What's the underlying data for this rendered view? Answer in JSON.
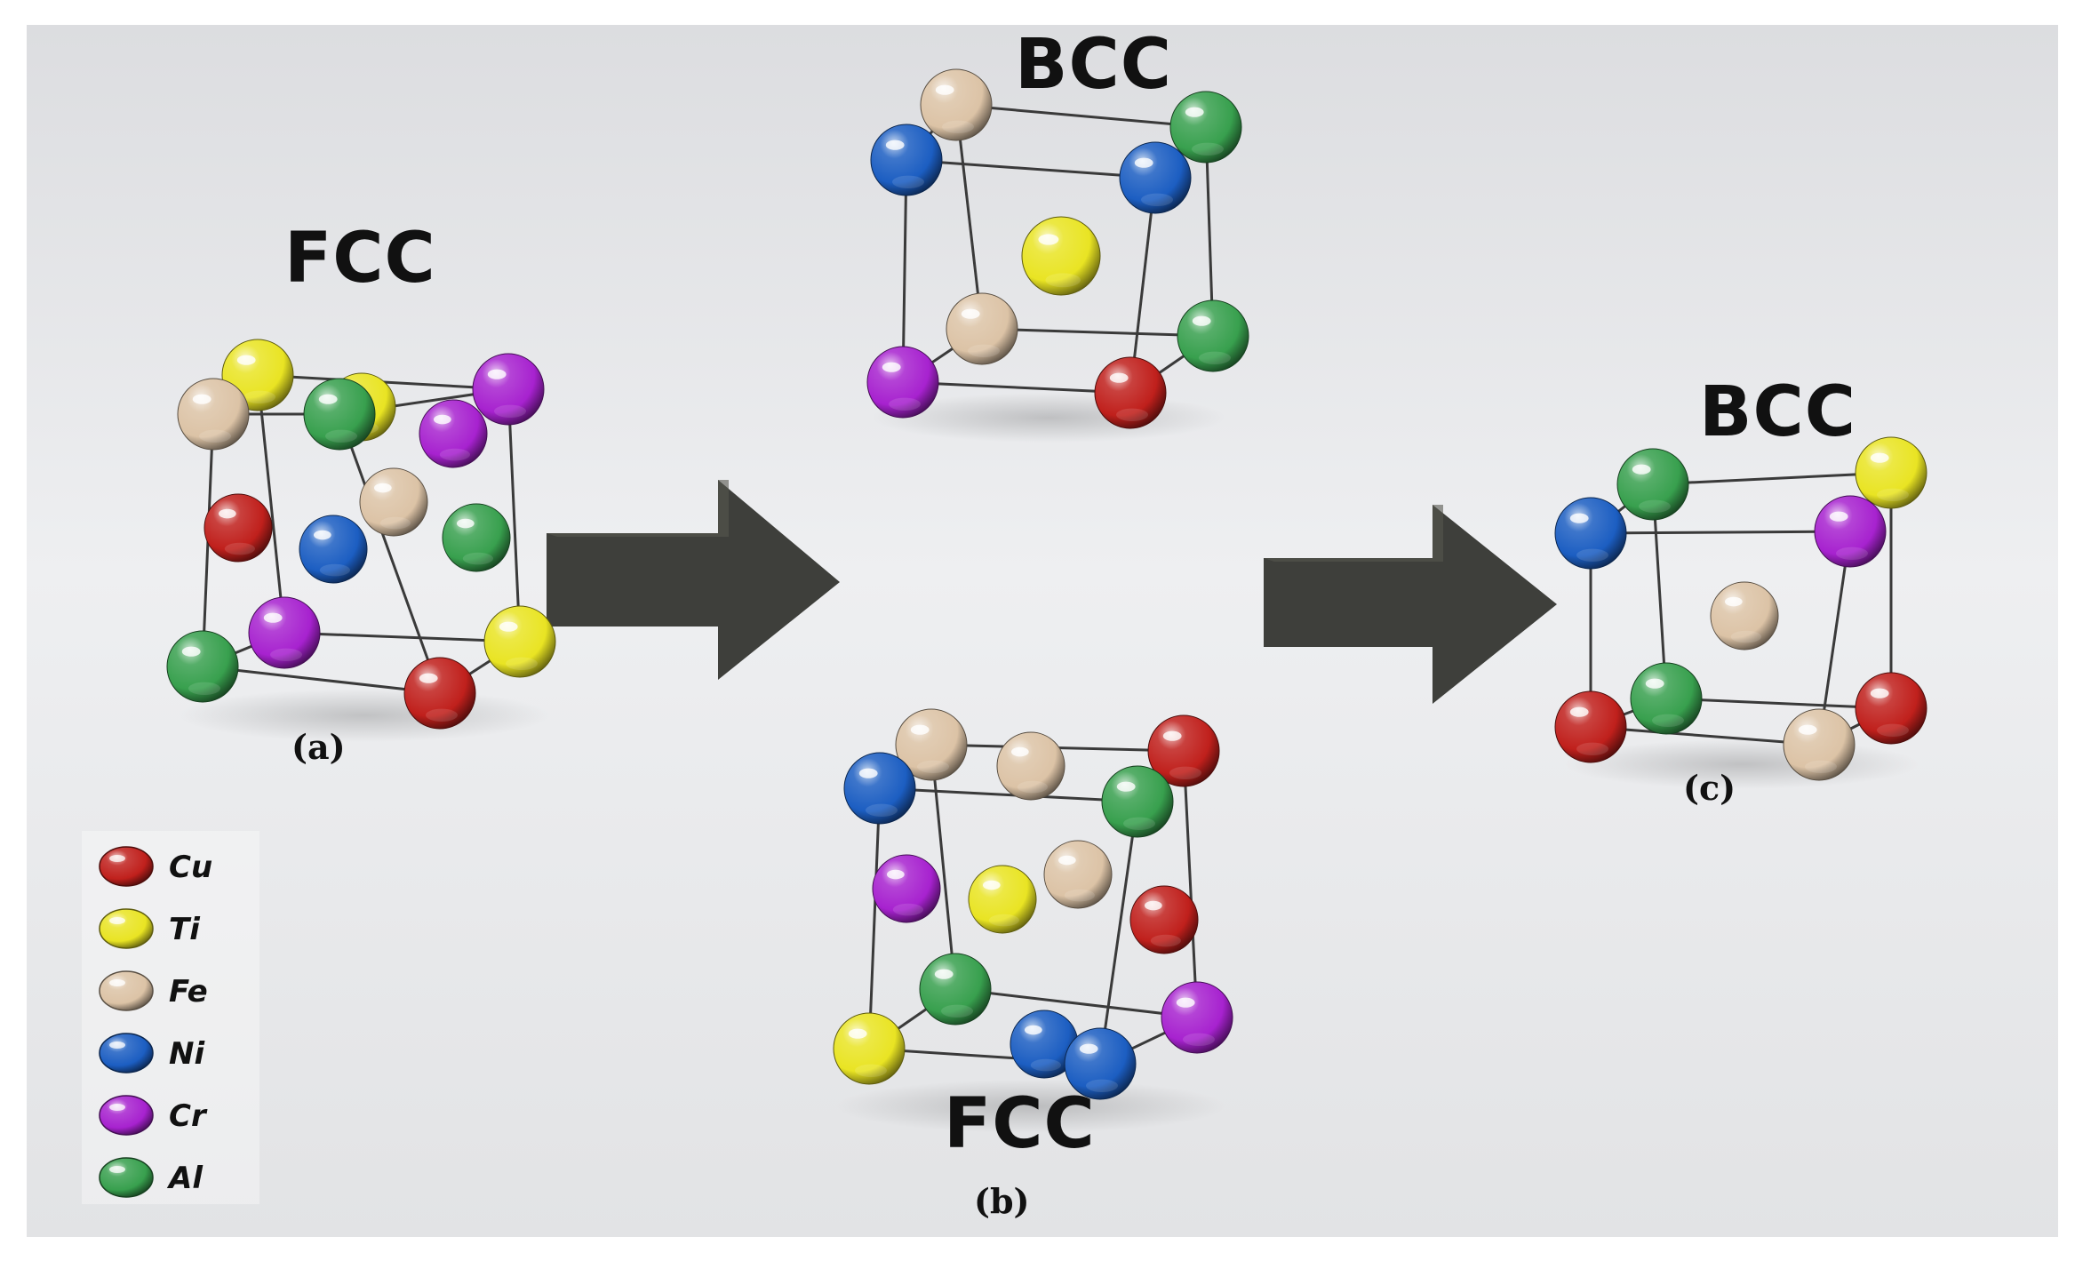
{
  "colors": {
    "Cu": "#c0201c",
    "Ti": "#e9e423",
    "Fe": "#dcc3a6",
    "Ni": "#1c5ec2",
    "Cr": "#a722cf",
    "Al": "#38a04e",
    "background": "#e3e4e6",
    "arrow": "#3e3f3b"
  },
  "legend": [
    {
      "element": "Cu",
      "label": "Cu"
    },
    {
      "element": "Ti",
      "label": "Ti"
    },
    {
      "element": "Fe",
      "label": "Fe"
    },
    {
      "element": "Ni",
      "label": "Ni"
    },
    {
      "element": "Cr",
      "label": "Cr"
    },
    {
      "element": "Al",
      "label": "Al"
    }
  ],
  "structures": [
    {
      "id": "a",
      "title": "FCC",
      "caption": "(a)",
      "corners": [
        "Fe",
        "Al",
        "Ti",
        "Cr",
        "Al",
        "Cu",
        "Cr",
        "Ti"
      ],
      "faces": [
        "Ti",
        "Cr",
        "Fe",
        "Cu",
        "Ni",
        "Al"
      ],
      "center": "Fe"
    },
    {
      "id": "bcc_top",
      "title": "BCC",
      "caption": "",
      "corners": [
        "Ni",
        "Ni",
        "Fe",
        "Al",
        "Cr",
        "Cu",
        "Fe",
        "Al"
      ],
      "faces": [],
      "center": "Ti"
    },
    {
      "id": "b",
      "title": "FCC",
      "caption": "(b)",
      "corners": [
        "Ni",
        "Al",
        "Fe",
        "Cu",
        "Ti",
        "Ni",
        "Al",
        "Cr"
      ],
      "faces": [
        "Fe",
        "Cr",
        "Fe",
        "Cu",
        "Ni",
        "Ti"
      ],
      "center": "Ni"
    },
    {
      "id": "c",
      "title": "BCC",
      "caption": "(c)",
      "corners": [
        "Ni",
        "Cr",
        "Al",
        "Ti",
        "Cu",
        "Fe",
        "Al",
        "Cu"
      ],
      "faces": [],
      "center": "Fe"
    }
  ]
}
